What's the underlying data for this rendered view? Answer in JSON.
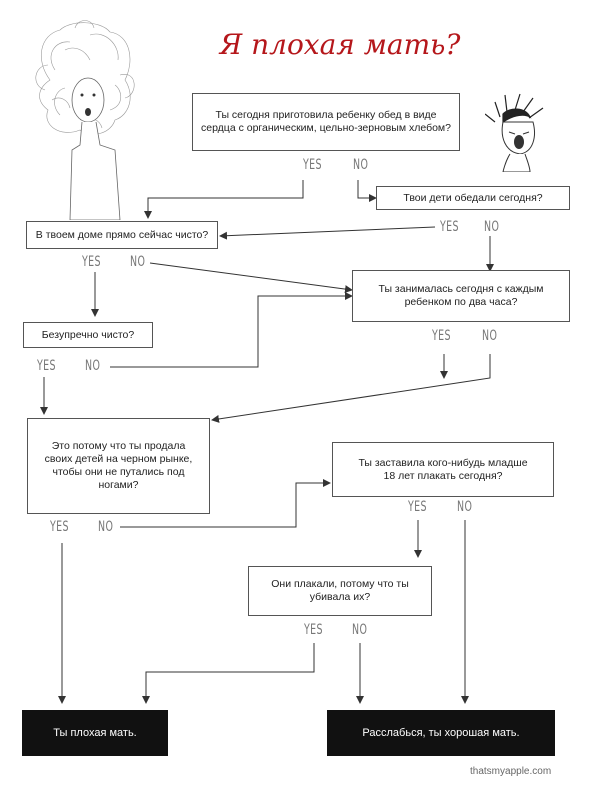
{
  "title": "Я плохая мать?",
  "questions": {
    "q1": "Ты сегодня приготовила ребенку обед в виде сердца с органическим, цельно-зерновым хлебом?",
    "q2": "Твои дети обедали сегодня?",
    "q3": "В твоем доме прямо сейчас чисто?",
    "q4": "Ты занималась сегодня с каждым ребенком по два часа?",
    "q5": "Безупречно чисто?",
    "q6": "Это потому что ты продала своих детей на черном рынке, чтобы они не путались под ногами?",
    "q7": "Ты заставила кого-нибудь младше 18 лет плакать сегодня?",
    "q8": "Они плакали, потому что ты убивала их?"
  },
  "answers": {
    "yes": "YES",
    "no": "NO"
  },
  "results": {
    "bad": "Ты плохая мать.",
    "good": "Расслабься, ты хорошая мать."
  },
  "credit": "thatsmyapple.com",
  "colors": {
    "title": "#b5171b",
    "result_bg": "#111111",
    "line": "#333333"
  }
}
